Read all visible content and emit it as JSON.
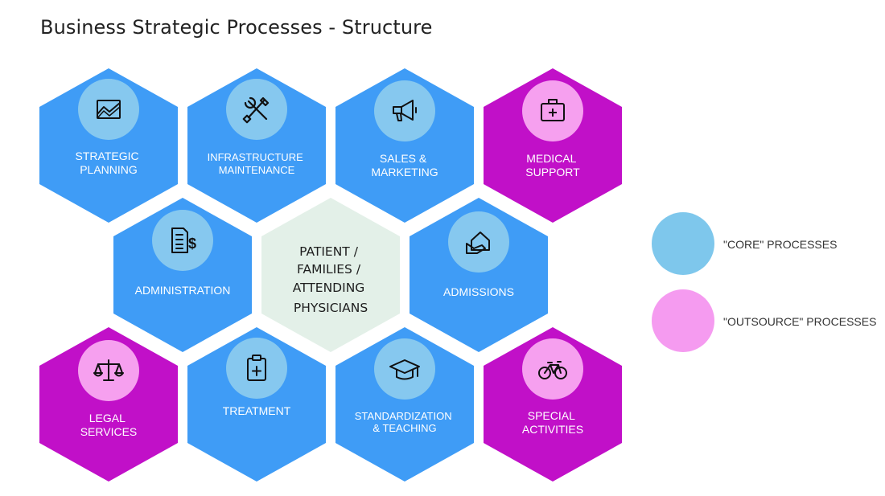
{
  "title": "Business Strategic Processes - Structure",
  "colors": {
    "core_hex": "#3f9cf6",
    "core_icon_circle": "#86c8ef",
    "outsource_hex": "#c110c8",
    "outsource_icon_circle": "#f6a0ef",
    "center_hex": "#e3f0e8",
    "legend_core": "#7ec7ec",
    "legend_outsource": "#f59bf0"
  },
  "center": {
    "lines": [
      "PATIENT  /",
      "FAMILIES /",
      "ATTENDING",
      "PHYSICIANS"
    ]
  },
  "processes": [
    {
      "type": "core",
      "icon": "chart-icon",
      "lines": [
        "STRATEGIC",
        "PLANNING"
      ]
    },
    {
      "type": "core",
      "icon": "tools-icon",
      "lines": [
        "INFRASTRUCTURE",
        "MAINTENANCE"
      ]
    },
    {
      "type": "core",
      "icon": "megaphone-icon",
      "lines": [
        "SALES &",
        "MARKETING"
      ]
    },
    {
      "type": "outsource",
      "icon": "medical-kit-icon",
      "lines": [
        "MEDICAL",
        "SUPPORT"
      ]
    },
    {
      "type": "core",
      "icon": "invoice-icon",
      "lines": [
        "ADMINISTRATION"
      ]
    },
    {
      "type": "core",
      "icon": "house-hand-icon",
      "lines": [
        "ADMISSIONS"
      ]
    },
    {
      "type": "outsource",
      "icon": "scales-icon",
      "lines": [
        "LEGAL",
        "SERVICES"
      ]
    },
    {
      "type": "core",
      "icon": "clipboard-icon",
      "lines": [
        "TREATMENT"
      ]
    },
    {
      "type": "core",
      "icon": "graduation-cap-icon",
      "lines": [
        "STANDARDIZATION",
        "& TEACHING"
      ]
    },
    {
      "type": "outsource",
      "icon": "bicycle-icon",
      "lines": [
        "SPECIAL",
        "ACTIVITIES"
      ]
    }
  ],
  "legend": [
    {
      "type": "core",
      "label": "\"CORE\" PROCESSES"
    },
    {
      "type": "outsource",
      "label": "\"OUTSOURCE\" PROCESSES"
    }
  ]
}
